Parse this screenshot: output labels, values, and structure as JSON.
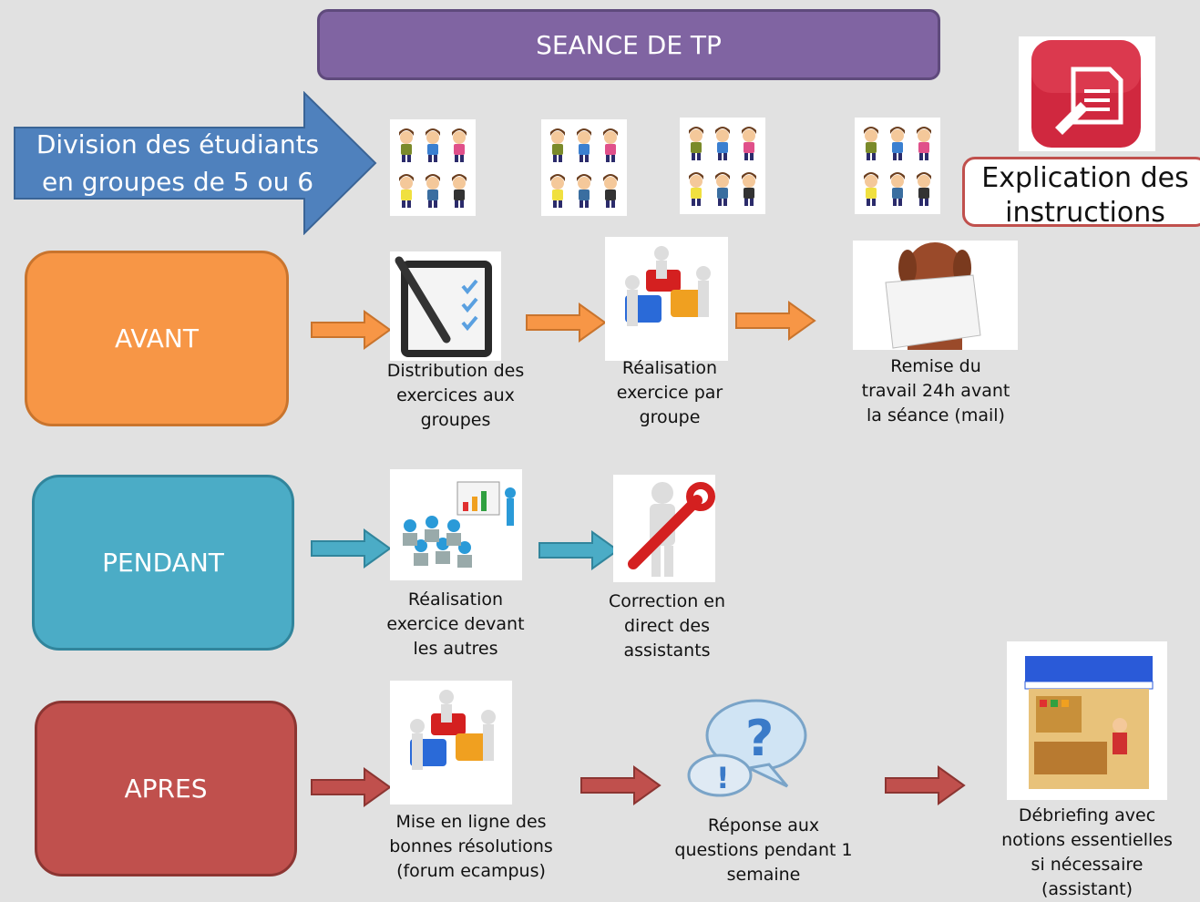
{
  "title": "SEANCE DE TP",
  "division": "Division des étudiants\nen groupes de 5 ou 6",
  "instructions_label": "Explication des\ninstructions",
  "phases": {
    "avant": "AVANT",
    "pendant": "PENDANT",
    "apres": "APRES"
  },
  "avant_steps": [
    "Distribution des\nexercices aux\ngroupes",
    "Réalisation\nexercice par\ngroupe",
    "Remise du\ntravail 24h avant\nla séance (mail)"
  ],
  "pendant_steps": [
    "Réalisation\nexercice devant\nles autres",
    "Correction en\ndirect des\nassistants"
  ],
  "apres_steps": [
    "Mise en ligne des\nbonnes résolutions\n(forum ecampus)",
    "Réponse aux\nquestions pendant 1\nsemaine",
    "Débriefing avec\nnotions essentielles\nsi nécessaire\n(assistant)"
  ],
  "colors": {
    "title": "#8064a2",
    "division_arrow": "#4f81bd",
    "avant": "#f79646",
    "pendant": "#4bacc6",
    "apres": "#c0504d",
    "background": "#e1e1e1"
  },
  "icons": [
    "students-group-icon",
    "document-edit-icon",
    "checklist-clipboard-icon",
    "puzzle-team-icon",
    "dog-homework-icon",
    "presentation-audience-icon",
    "wrench-person-icon",
    "question-bubbles-icon",
    "market-stall-icon"
  ]
}
